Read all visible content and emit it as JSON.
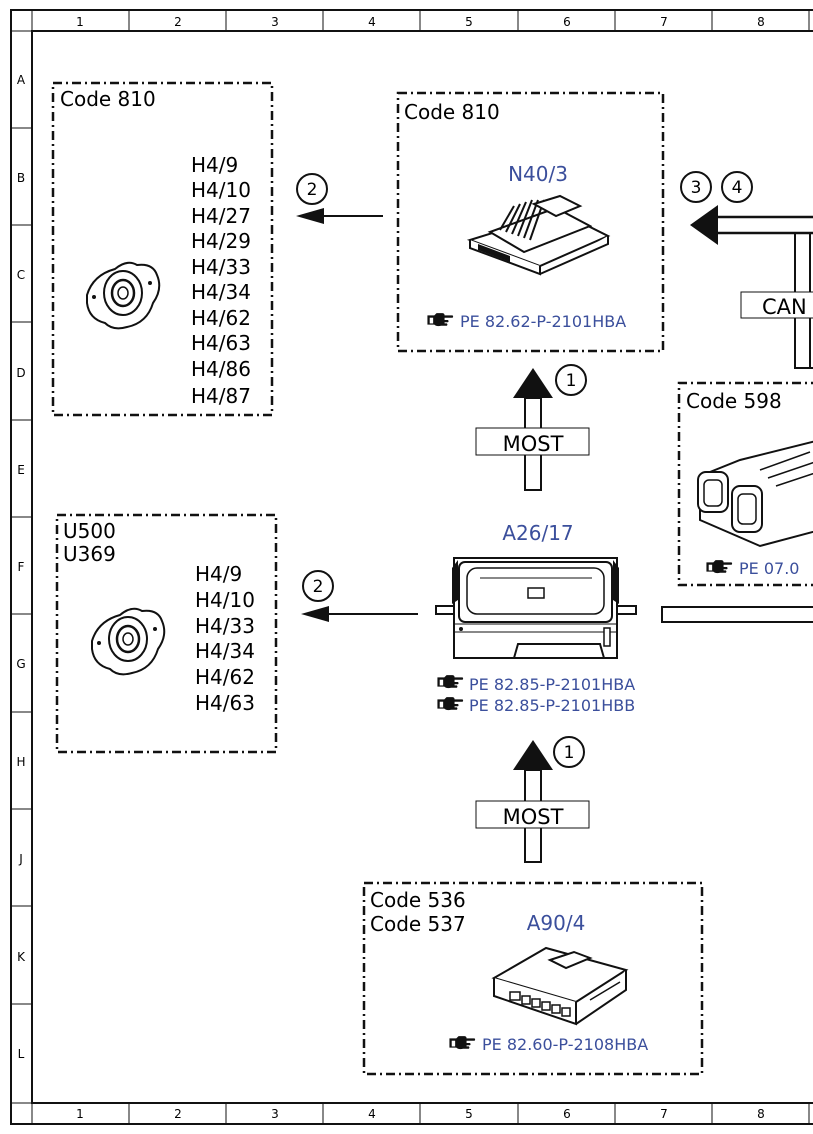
{
  "frame": {
    "columns": [
      "1",
      "2",
      "3",
      "4",
      "5",
      "6",
      "7",
      "8"
    ],
    "rows": [
      "A",
      "B",
      "C",
      "D",
      "E",
      "F",
      "G",
      "H",
      "J",
      "K",
      "L"
    ]
  },
  "box_tl": {
    "code": "Code 810",
    "items": [
      "H4/9",
      "H4/10",
      "H4/27",
      "H4/29",
      "H4/33",
      "H4/34",
      "H4/62",
      "H4/63",
      "H4/86",
      "H4/87"
    ]
  },
  "box_n40": {
    "code": "Code 810",
    "id": "N40/3",
    "ref": "PE 82.62-P-2101HBA"
  },
  "box_598": {
    "code": "Code 598",
    "ref": "PE 07.0"
  },
  "box_u500": {
    "codes": [
      "U500",
      "U369"
    ],
    "items": [
      "H4/9",
      "H4/10",
      "H4/33",
      "H4/34",
      "H4/62",
      "H4/63"
    ]
  },
  "a26": {
    "id": "A26/17",
    "refs": [
      "PE 82.85-P-2101HBA",
      "PE 82.85-P-2101HBB"
    ]
  },
  "box_a90": {
    "codes": [
      "Code 536",
      "Code 537"
    ],
    "id": "A90/4",
    "ref": "PE 82.60-P-2108HBA"
  },
  "bus": {
    "most_top": "MOST",
    "most_bottom": "MOST",
    "can": "CAN"
  },
  "callouts": {
    "c1_top": "1",
    "c1_bottom": "1",
    "c2_top": "2",
    "c2_mid": "2",
    "c3": "3",
    "c4": "4"
  },
  "colors": {
    "ink": "#111111",
    "reference_blue": "#3b4f9c"
  },
  "icons": [
    "speaker-icon",
    "control-unit-icon",
    "head-unit-icon",
    "connector-module-icon",
    "hand-pointer-icon"
  ]
}
